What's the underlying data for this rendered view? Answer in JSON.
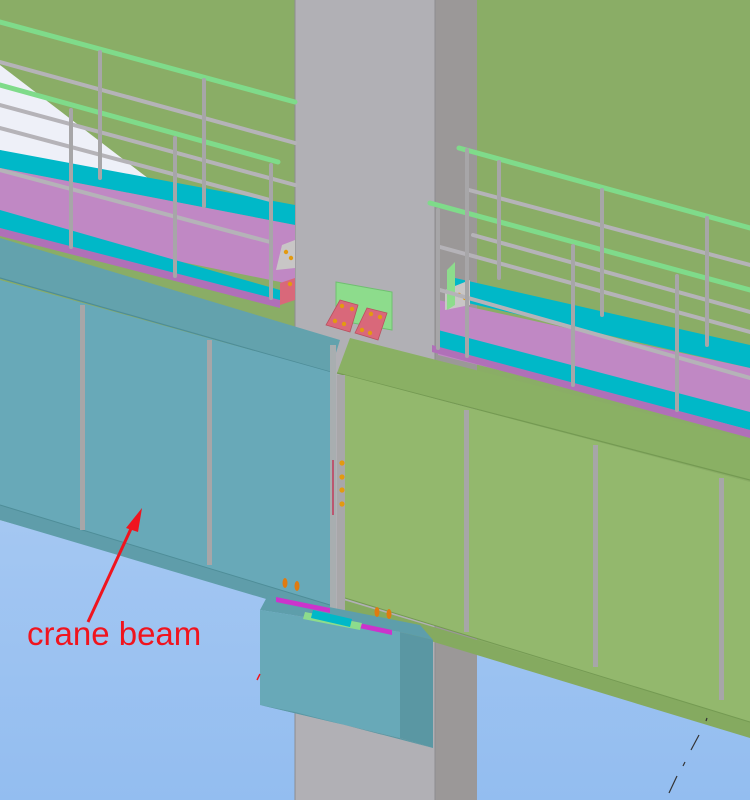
{
  "annotation": {
    "label": "crane beam",
    "color": "#f0141e",
    "arrow_target": "left crane beam web"
  },
  "colors": {
    "background_sky": "#a9c8f2",
    "background_wall": "#8aad66",
    "column": "#b1b0b5",
    "column_shadow": "#9b9898",
    "left_crane_beam": "#68a9b8",
    "right_crane_beam": "#93b86d",
    "bracket": "#68a9b8",
    "walkway_plate": "#c088c4",
    "walkway_edge": "#00b8c8",
    "handrail_top": "#7fdb8a",
    "handrail_post": "#a7a6a8",
    "connection_plate": "#d9687a",
    "bolts": "#e39a10",
    "shim_plate": "#cc33cc"
  },
  "model": {
    "elements": [
      "steel column",
      "left crane beam",
      "right crane beam",
      "column bracket (corbel)",
      "walkway platform",
      "handrails",
      "beam-to-column connection plates",
      "bearing plates and bolts"
    ]
  }
}
